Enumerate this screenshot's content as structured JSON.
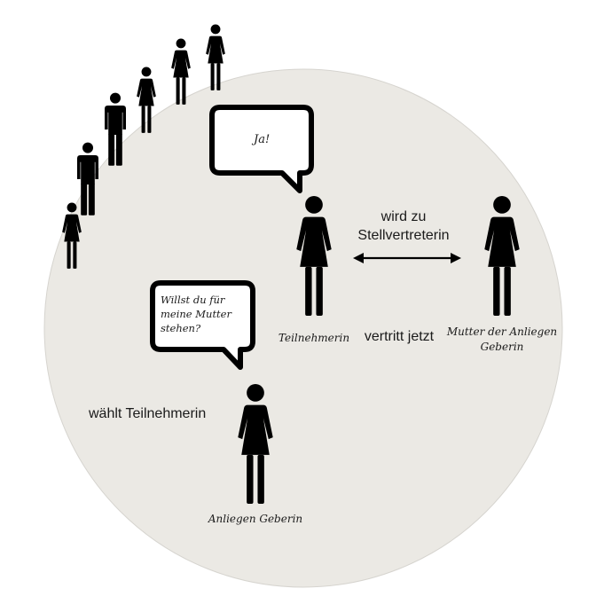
{
  "colors": {
    "circle_fill": "#ebe9e4",
    "circle_stroke": "#d6d4cf",
    "figure": "#000000",
    "bubble_fill": "#ffffff"
  },
  "icons": {
    "female": "female-figure-icon",
    "male": "male-figure-icon",
    "bubble": "speech-bubble-icon",
    "arrow": "double-arrow-icon"
  },
  "bubbles": {
    "participant": {
      "text": "Ja!"
    },
    "client": {
      "lines": [
        "Willst du für",
        "meine Mutter",
        "stehen?"
      ]
    }
  },
  "labels": {
    "becomes": [
      "wird zu",
      "Stellvertreterin"
    ],
    "represents": "vertritt jetzt",
    "participant": "Teilnehmerin",
    "mother": [
      "Mutter der Anliegen",
      "Geberin"
    ],
    "selects": "wählt Teilnehmerin",
    "client": "Anliegen Geberin"
  },
  "queue": [
    "female",
    "male",
    "male",
    "female",
    "female",
    "female"
  ]
}
